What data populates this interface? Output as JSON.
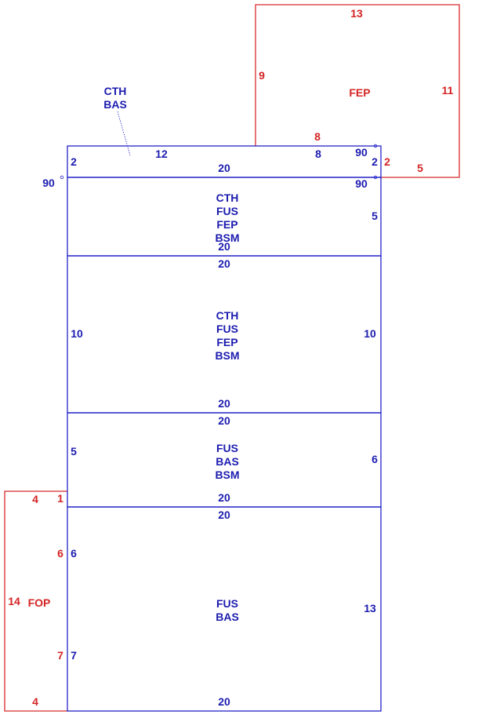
{
  "colors": {
    "blue": "#1c1cb0",
    "red": "#d42424"
  },
  "rooms": {
    "top_strip": {
      "dims": {
        "left": "2",
        "top_a": "12",
        "top_b": "8",
        "bottom": "20",
        "right": "2"
      }
    },
    "room1": {
      "codes": [
        "CTH",
        "FUS",
        "FEP",
        "BSM"
      ],
      "dims": {
        "right": "5",
        "bottom": "20"
      }
    },
    "room2": {
      "codes": [
        "CTH",
        "FUS",
        "FEP",
        "BSM"
      ],
      "dims": {
        "top": "20",
        "left": "10",
        "right": "10",
        "bottom": "20"
      }
    },
    "room3": {
      "codes": [
        "FUS",
        "BAS",
        "BSM"
      ],
      "dims": {
        "top": "20",
        "left": "5",
        "right": "6",
        "bottom": "20"
      }
    },
    "room4": {
      "codes": [
        "FUS",
        "BAS"
      ],
      "dims": {
        "top": "20",
        "left_a": "6",
        "left_b": "7",
        "right": "13",
        "bottom": "20"
      }
    }
  },
  "callout": {
    "codes": [
      "CTH",
      "BAS"
    ]
  },
  "angles": {
    "left": "90",
    "right_top": "90",
    "right_bottom": "90"
  },
  "fep_box": {
    "name": "FEP",
    "dims": {
      "top": "13",
      "left": "9",
      "right": "11",
      "bottom_a": "8",
      "right_small": "2",
      "bottom_b": "5"
    }
  },
  "fop_box": {
    "name": "FOP",
    "dims": {
      "top": "4",
      "top_right": "1",
      "left": "14",
      "side_a": "6",
      "side_b": "7",
      "bottom": "4"
    }
  }
}
